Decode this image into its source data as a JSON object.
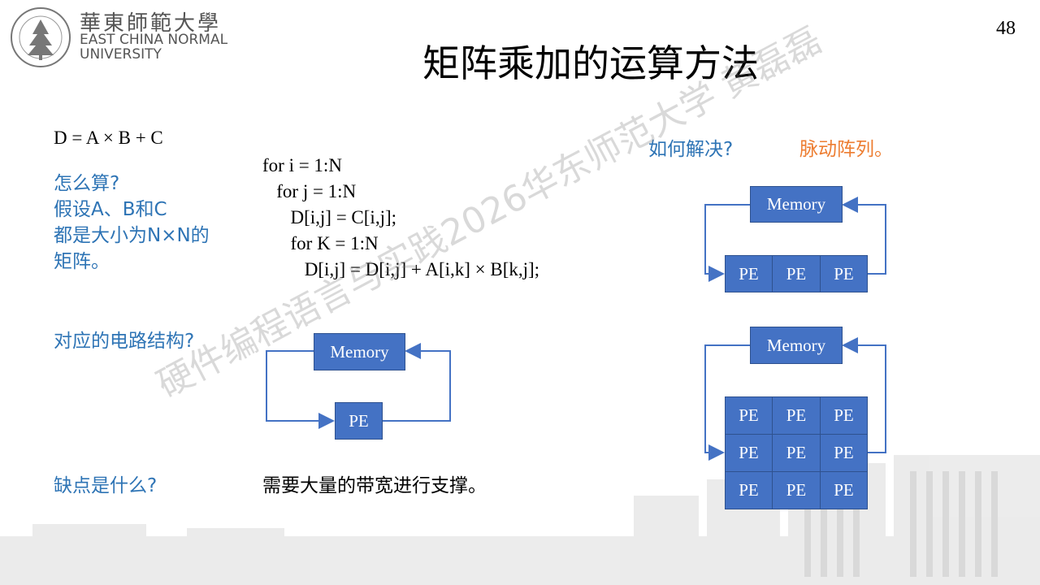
{
  "header": {
    "logo_cn": "華東師範大學",
    "logo_en_line1": "EAST CHINA NORMAL",
    "logo_en_line2": "UNIVERSITY",
    "page_number": "48",
    "title": "矩阵乘加的运算方法"
  },
  "left": {
    "formula": "D = A × B + C",
    "question1": [
      "怎么算?",
      "假设A、B和C",
      "都是大小为N×N的",
      "矩阵。"
    ],
    "question2": "对应的电路结构?",
    "question3": "缺点是什么?",
    "answer3": "需要大量的带宽进行支撑。"
  },
  "code": [
    "for i = 1:N",
    "   for j = 1:N",
    "      D[i,j] = C[i,j];",
    "      for K = 1:N",
    "         D[i,j] = D[i,j] + A[i,k] × B[k,j];"
  ],
  "right": {
    "question": "如何解决?",
    "answer": "脉动阵列。"
  },
  "diagrams": {
    "memory_label": "Memory",
    "pe_label": "PE"
  },
  "watermark": "硬件编程语言与实践2026华东师范大学 黄磊磊",
  "colors": {
    "box": "#4472c4",
    "blue_text": "#2e74b5",
    "orange_text": "#ed7d31",
    "arrow": "#4472c4"
  }
}
